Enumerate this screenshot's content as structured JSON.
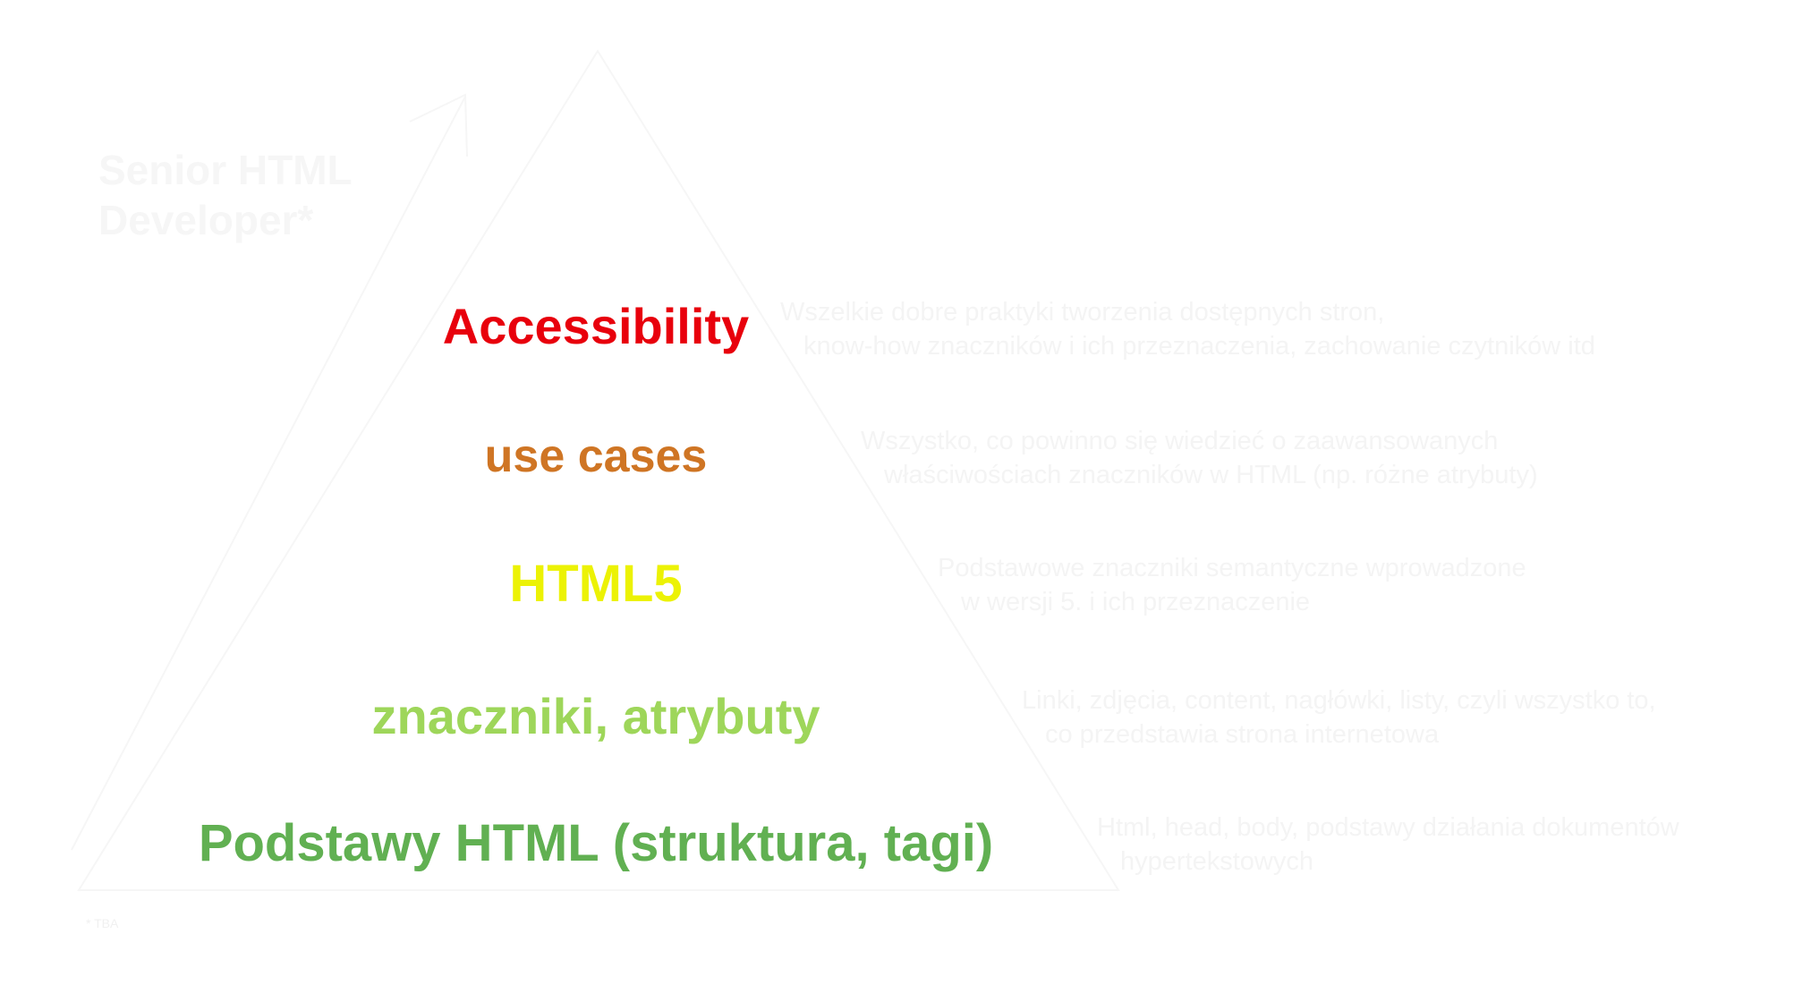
{
  "title_lines": [
    "Senior HTML",
    "Developer*"
  ],
  "footnote": "* TBA",
  "levels": [
    {
      "name": "Accessibility",
      "color": "#e8000c",
      "description": [
        "Wszelkie dobre praktyki tworzenia dostępnych stron,",
        "know-how znaczników i ich przeznaczenia, zachowanie czytników itd"
      ]
    },
    {
      "name": "use cases",
      "color": "#cf7524",
      "description": [
        "Wszystko, co powinno się wiedzieć o zaawansowanych",
        "właściwościach znaczników w HTML (np. różne atrybuty)"
      ]
    },
    {
      "name": "HTML5",
      "color": "#ecf205",
      "description": [
        "Podstawowe znaczniki semantyczne wprowadzone",
        "w wersji 5. i ich przeznaczenie"
      ]
    },
    {
      "name": "znaczniki, atrybuty",
      "color": "#9ed65a",
      "description": [
        "Linki, zdjęcia, content, nagłówki, listy, czyli wszystko to,",
        "co przedstawia strona internetowa"
      ]
    },
    {
      "name": "Podstawy HTML (struktura, tagi)",
      "color": "#61b052",
      "description": [
        "Html, head, body, podstawy działania dokumentów",
        "hypertekstowych"
      ]
    }
  ]
}
